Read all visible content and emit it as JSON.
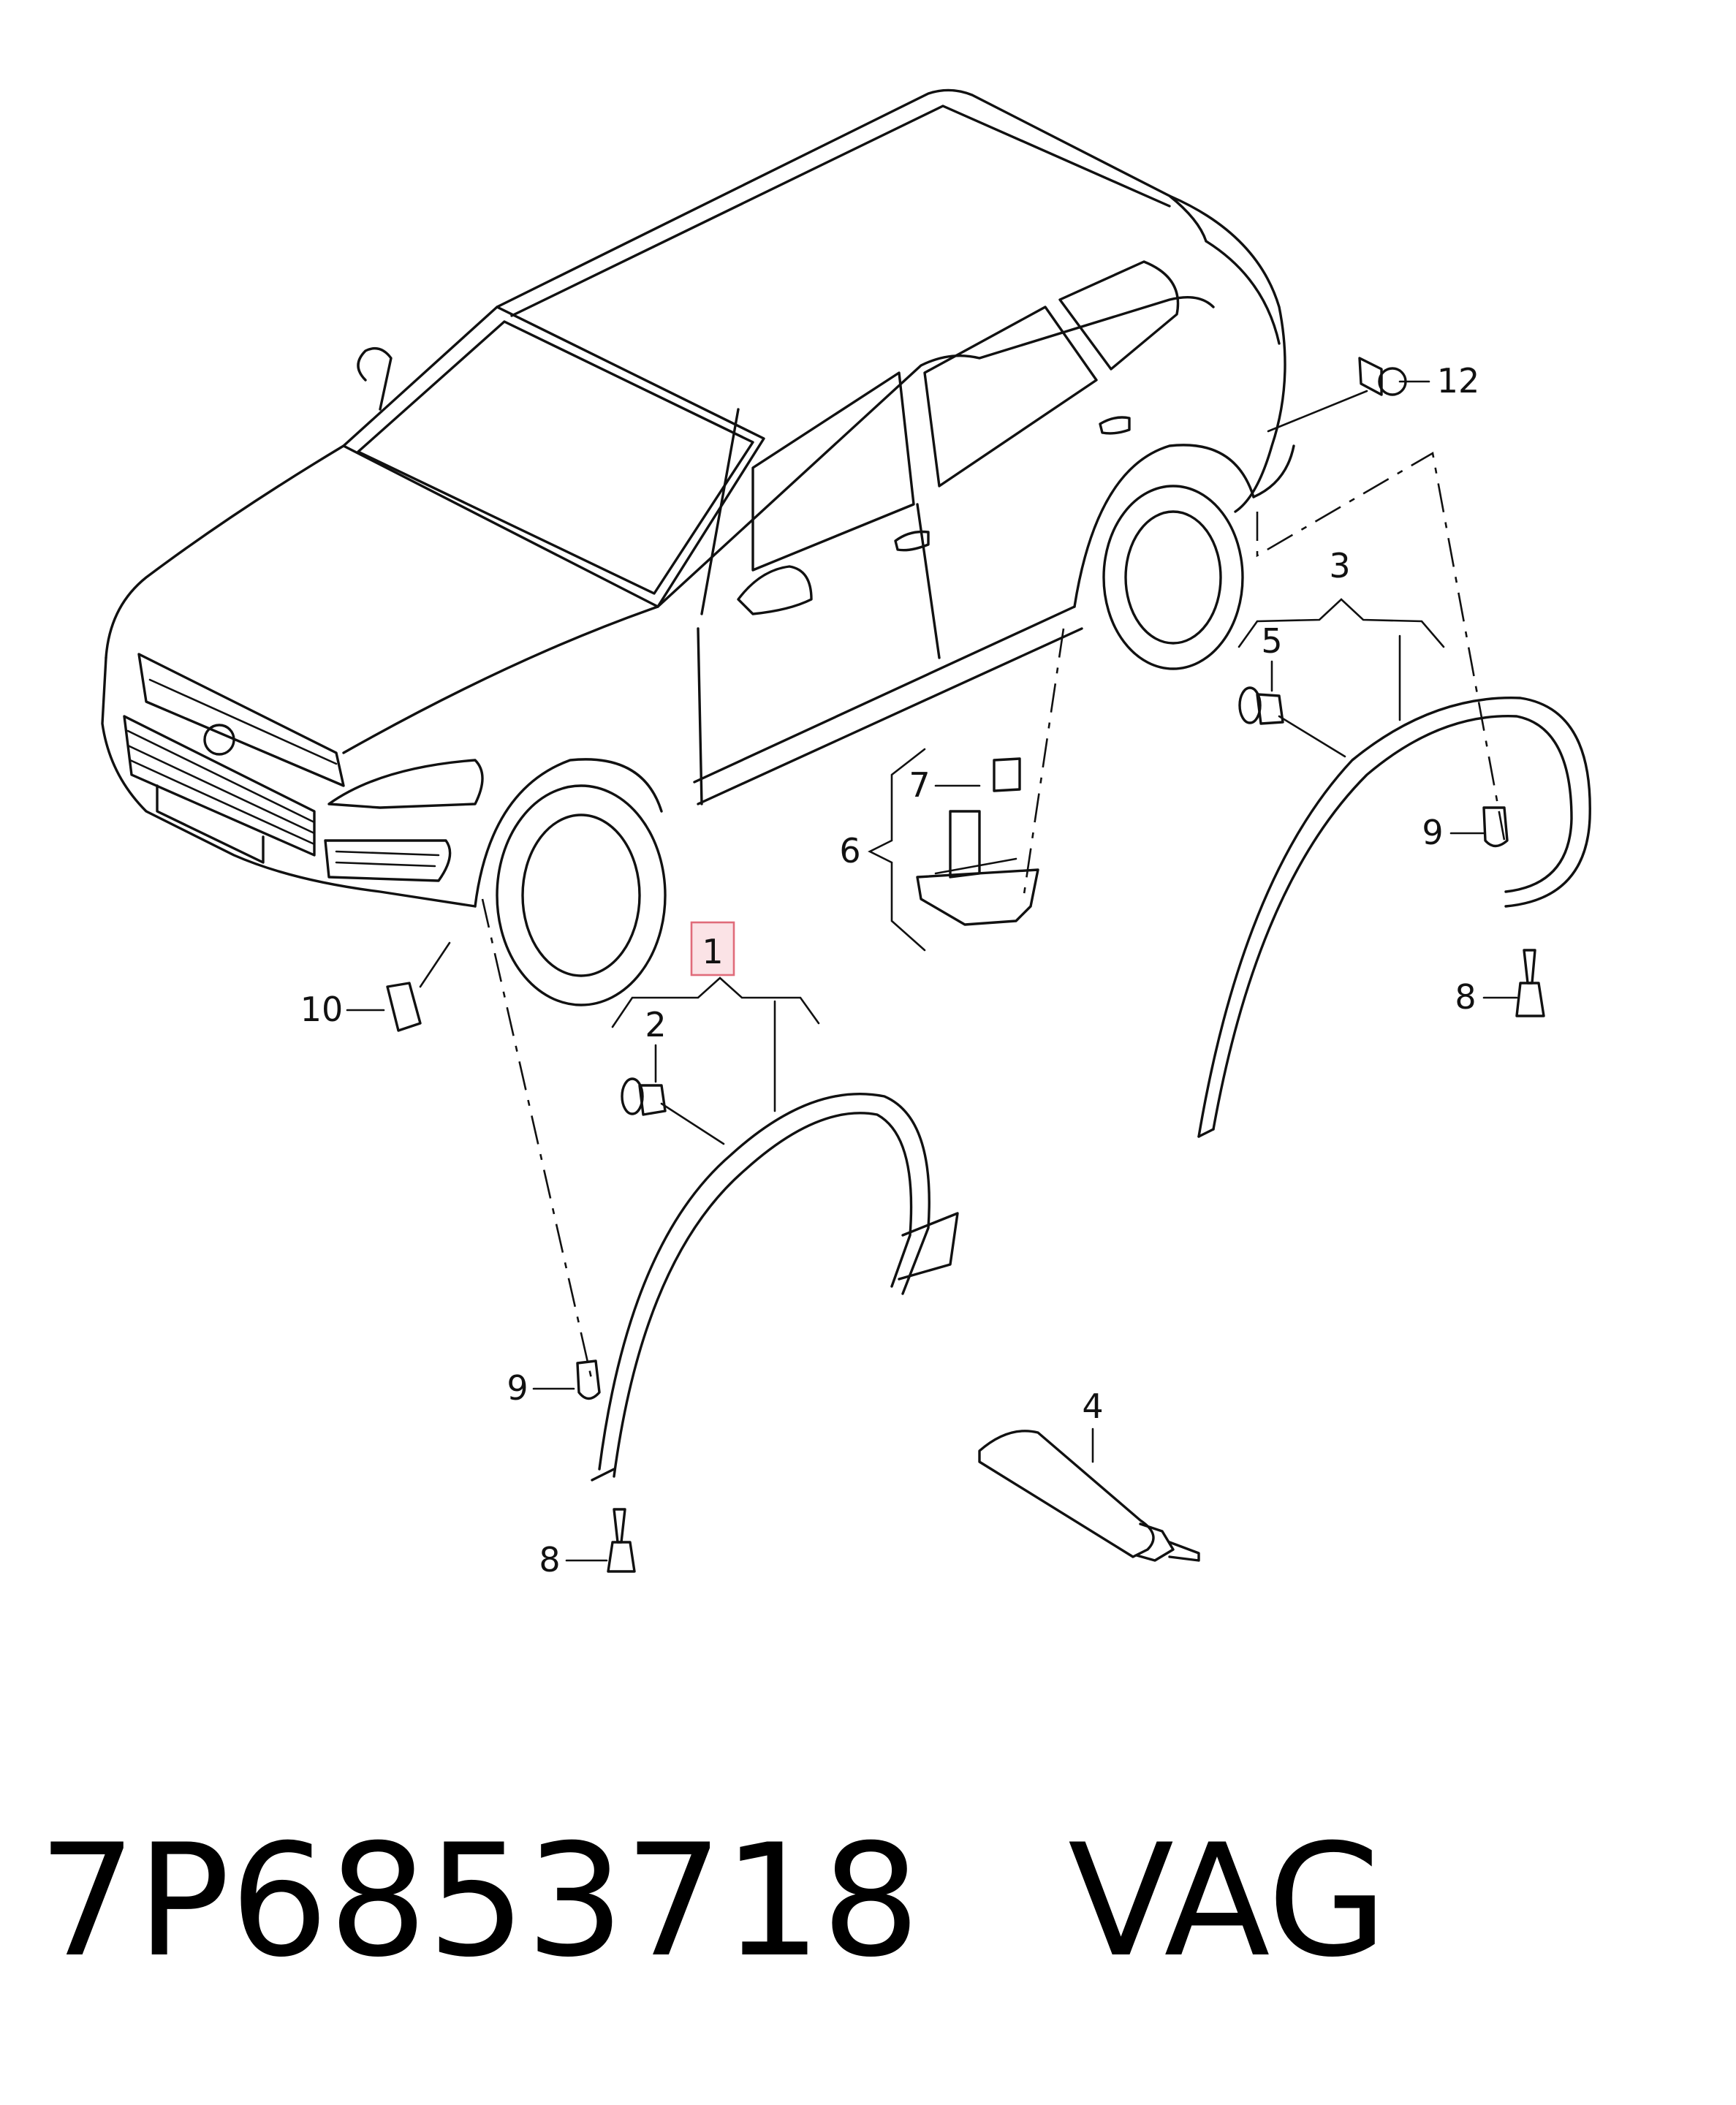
{
  "callouts": {
    "c1": "1",
    "c2": "2",
    "c3": "3",
    "c4": "4",
    "c5": "5",
    "c6": "6",
    "c7": "7",
    "c8a": "8",
    "c8b": "8",
    "c9a": "9",
    "c9b": "9",
    "c10": "10",
    "c12": "12"
  },
  "highlight_color": "#e06b7a",
  "caption": {
    "part_number": "7P6853718",
    "brand": "VAG"
  }
}
